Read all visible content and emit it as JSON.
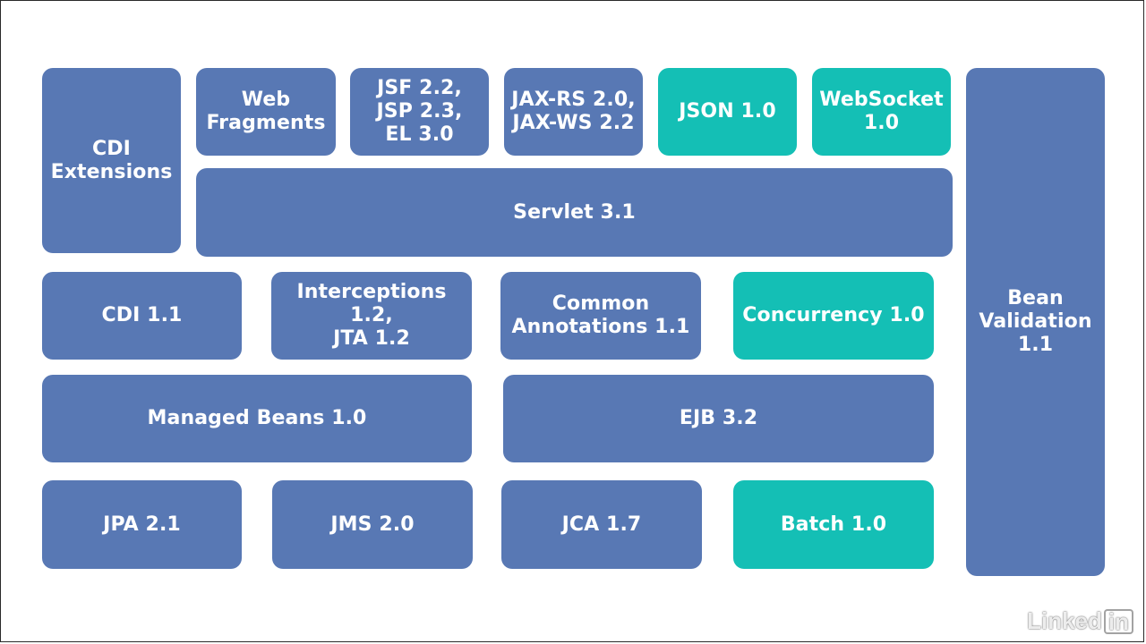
{
  "diagram": {
    "colors": {
      "blue": "#5878b4",
      "teal": "#14bfb5"
    },
    "boxes": {
      "cdi_extensions": "CDI\nExtensions",
      "web_fragments": "Web\nFragments",
      "jsf": "JSF 2.2,\nJSP 2.3,\nEL 3.0",
      "jax": "JAX-RS 2.0,\nJAX-WS 2.2",
      "json": "JSON 1.0",
      "websocket": "WebSocket\n1.0",
      "servlet": "Servlet 3.1",
      "bean_validation": "Bean\nValidation\n1.1",
      "cdi": "CDI 1.1",
      "interceptions": "Interceptions 1.2,\nJTA 1.2",
      "common_annotations": "Common\nAnnotations 1.1",
      "concurrency": "Concurrency 1.0",
      "managed_beans": "Managed Beans 1.0",
      "ejb": "EJB 3.2",
      "jpa": "JPA 2.1",
      "jms": "JMS 2.0",
      "jca": "JCA 1.7",
      "batch": "Batch 1.0"
    }
  },
  "watermark": {
    "text": "Linked",
    "badge": "in"
  }
}
